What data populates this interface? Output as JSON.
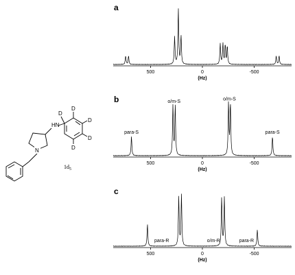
{
  "molecule": {
    "amine_label": "HN",
    "ring_nitrogen_label": "N",
    "deuterium_labels": [
      "D",
      "D",
      "D",
      "D",
      "D"
    ],
    "compound_label": "1d",
    "compound_subscript": "5"
  },
  "chart_data": [
    {
      "type": "line",
      "panel": "a",
      "xlabel": "(Hz)",
      "x_ticks": [
        500,
        0,
        -500
      ],
      "xlim": [
        860,
        -860
      ],
      "grid": false,
      "peaks": [
        {
          "x": 740,
          "height": 0.15
        },
        {
          "x": 712,
          "height": 0.15
        },
        {
          "x": 268,
          "height": 0.48
        },
        {
          "x": 232,
          "height": 0.96
        },
        {
          "x": 206,
          "height": 0.5
        },
        {
          "x": -172,
          "height": 0.36
        },
        {
          "x": -198,
          "height": 0.36
        },
        {
          "x": -220,
          "height": 0.34
        },
        {
          "x": -240,
          "height": 0.32
        },
        {
          "x": -712,
          "height": 0.15
        },
        {
          "x": -740,
          "height": 0.15
        }
      ],
      "annotations": []
    },
    {
      "type": "line",
      "panel": "b",
      "xlabel": "(Hz)",
      "x_ticks": [
        500,
        0,
        -500
      ],
      "xlim": [
        860,
        -860
      ],
      "grid": false,
      "peaks": [
        {
          "x": 684,
          "height": 0.34
        },
        {
          "x": 284,
          "height": 0.88
        },
        {
          "x": 262,
          "height": 0.88
        },
        {
          "x": -252,
          "height": 0.92
        },
        {
          "x": -270,
          "height": 0.92
        },
        {
          "x": -676,
          "height": 0.34
        }
      ],
      "annotations": [
        {
          "text": "para-S",
          "x": 684
        },
        {
          "text": "o/m-S",
          "x": 273
        },
        {
          "text": "o/m-S",
          "x": -261
        },
        {
          "text": "para-S",
          "x": -676
        }
      ]
    },
    {
      "type": "line",
      "panel": "c",
      "xlabel": "(Hz)",
      "x_ticks": [
        500,
        0,
        -500
      ],
      "xlim": [
        860,
        -860
      ],
      "grid": false,
      "peaks": [
        {
          "x": 530,
          "height": 0.4
        },
        {
          "x": 228,
          "height": 0.88
        },
        {
          "x": 202,
          "height": 0.92
        },
        {
          "x": -186,
          "height": 0.88
        },
        {
          "x": -212,
          "height": 0.88
        },
        {
          "x": -530,
          "height": 0.3
        }
      ],
      "annotations": [
        {
          "text": "para-R",
          "x": 392
        },
        {
          "text": "o/m-R",
          "x": -108
        },
        {
          "text": "para-R",
          "x": -426
        }
      ]
    }
  ]
}
